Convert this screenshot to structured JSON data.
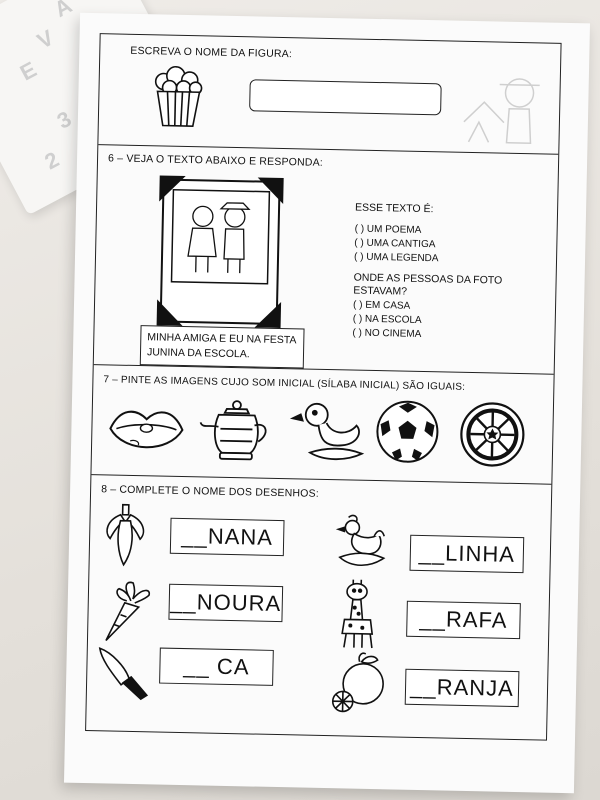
{
  "under_page": {
    "letters": [
      "E",
      "V",
      "A",
      "3",
      "2"
    ]
  },
  "q5": {
    "title": "ESCREVA O NOME DA FIGURA:",
    "icon": "popcorn-icon"
  },
  "q6": {
    "title": "6 – VEJA O TEXTO ABAIXO E RESPONDA:",
    "photo_caption_line1": "MINHA AMIGA E EU NA FESTA",
    "photo_caption_line2": "JUNINA DA ESCOLA.",
    "question1": "ESSE TEXTO É:",
    "options1": [
      "(  ) UM POEMA",
      "(  ) UMA CANTIGA",
      "(  ) UMA LEGENDA"
    ],
    "question2_line1": "ONDE AS PESSOAS DA FOTO",
    "question2_line2": "ESTAVAM?",
    "options2": [
      "(  ) EM CASA",
      "(  ) NA ESCOLA",
      "(  ) NO CINEMA"
    ]
  },
  "q7": {
    "title": "7 – PINTE AS IMAGENS CUJO SOM INICIAL (SÍLABA INICIAL) SÃO IGUAIS:",
    "icons": [
      "lips-icon",
      "teapot-icon",
      "duck-icon",
      "soccer-ball-icon",
      "wheel-icon"
    ]
  },
  "q8": {
    "title": "8 – COMPLETE O NOME DOS DESENHOS:",
    "words_left": [
      "__NANA",
      "__NOURA",
      "__ CA"
    ],
    "words_right": [
      "__LINHA",
      "__RAFA",
      "__RANJA"
    ],
    "icons_left": [
      "banana-icon",
      "carrot-icon",
      "knife-icon"
    ],
    "icons_right": [
      "hen-icon",
      "giraffe-icon",
      "orange-icon"
    ]
  }
}
